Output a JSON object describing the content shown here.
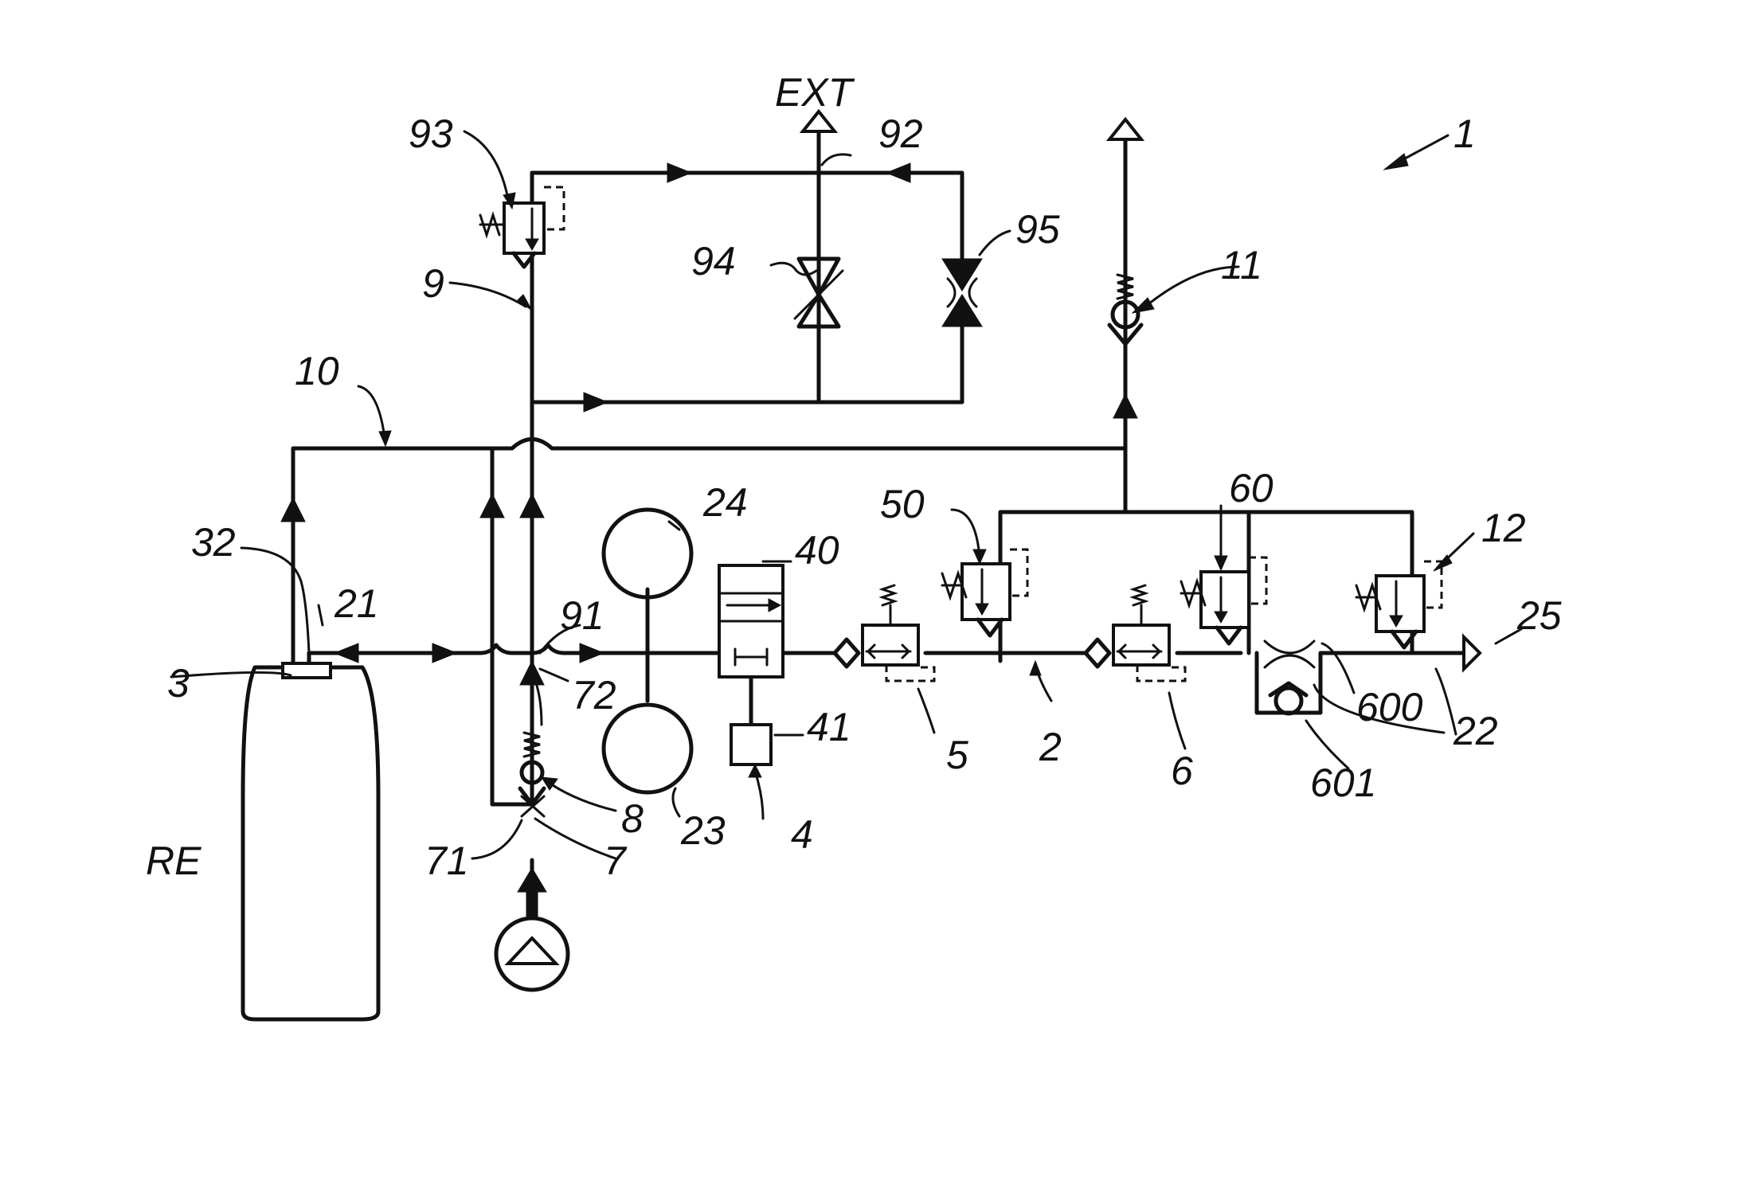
{
  "labels": {
    "ext": "EXT",
    "l1": "1",
    "l2": "2",
    "l3": "3",
    "l4": "4",
    "l5": "5",
    "l6": "6",
    "l7": "7",
    "l8": "8",
    "l9": "9",
    "l10": "10",
    "l11": "11",
    "l12": "12",
    "l21": "21",
    "l22": "22",
    "l23": "23",
    "l24": "24",
    "l25": "25",
    "l32": "32",
    "l40": "40",
    "l41": "41",
    "l50": "50",
    "l60": "60",
    "l71": "71",
    "l72": "72",
    "l91": "91",
    "l92": "92",
    "l93": "93",
    "l94": "94",
    "l95": "95",
    "l600": "600",
    "l601": "601",
    "re": "RE"
  }
}
